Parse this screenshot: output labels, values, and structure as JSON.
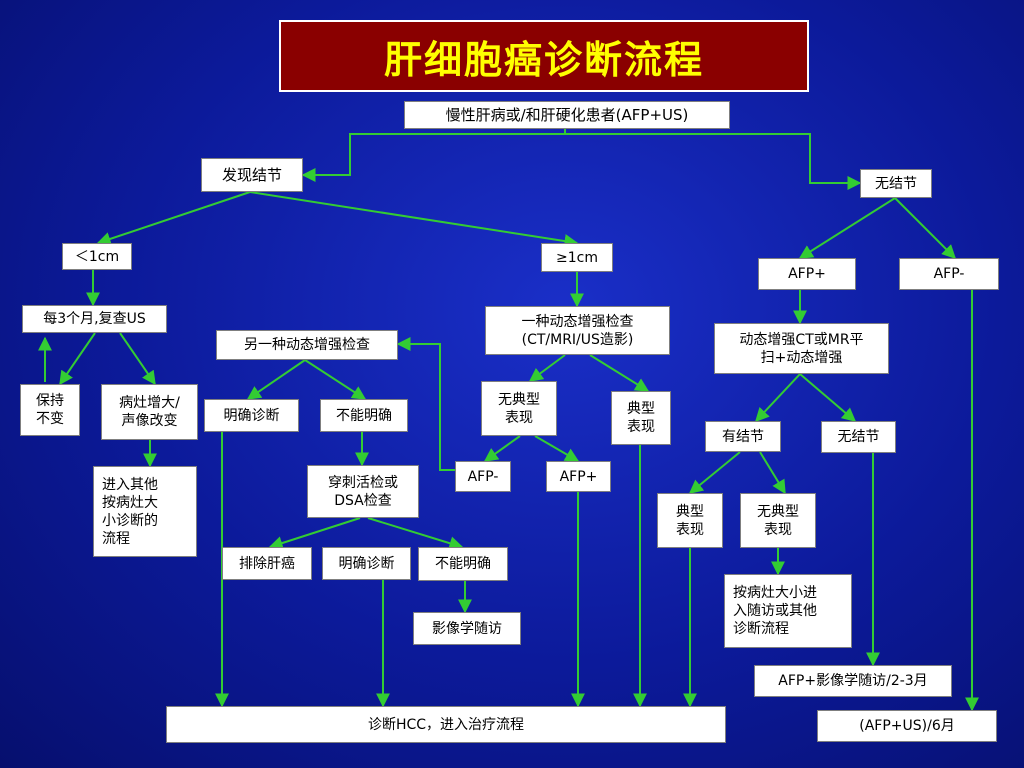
{
  "title": "肝细胞癌诊断流程",
  "colors": {
    "arrow": "#33cc33",
    "title_bg": "#8a0000",
    "title_text": "#ffff00",
    "background": "#0c1a9a"
  },
  "nodes": {
    "start": "慢性肝病或/和肝硬化患者(AFP+US)",
    "found_nodule": "发现结节",
    "no_nodule": "无结节",
    "lt1cm": "＜1cm",
    "ge1cm": "≥1cm",
    "afp_pos_top": "AFP+",
    "afp_neg_top": "AFP-",
    "every3m": "每3个月,复查US",
    "one_enhanced": "一种动态增强检查\n(CT/MRI/US造影)",
    "another_enhanced": "另一种动态增强检查",
    "dynamic_ct": "动态增强CT或MR平\n扫+动态增强",
    "stable": "保持\n不变",
    "enlarged": "病灶增大/\n声像改变",
    "clear_dx_1": "明确诊断",
    "unclear_1": "不能明确",
    "atypical_1": "无典型\n表现",
    "typical_1": "典型\n表现",
    "has_nodule": "有结节",
    "no_nodule_2": "无结节",
    "other_flow": "进入其他\n按病灶大\n小诊断的\n流程",
    "afp_neg_mid": "AFP-",
    "afp_pos_mid": "AFP+",
    "biopsy": "穿刺活检或\nDSA检查",
    "typical_2": "典型\n表现",
    "atypical_2": "无典型\n表现",
    "exclude": "排除肝癌",
    "clear_dx_2": "明确诊断",
    "unclear_2": "不能明确",
    "imaging_fu": "影像学随访",
    "size_fu": "按病灶大小进\n入随访或其他\n诊断流程",
    "afp_imaging": "AFP+影像学随访/2-3月",
    "hcc": "诊断HCC，进入治疗流程",
    "afp_us_6m": "(AFP+US)/6月"
  }
}
